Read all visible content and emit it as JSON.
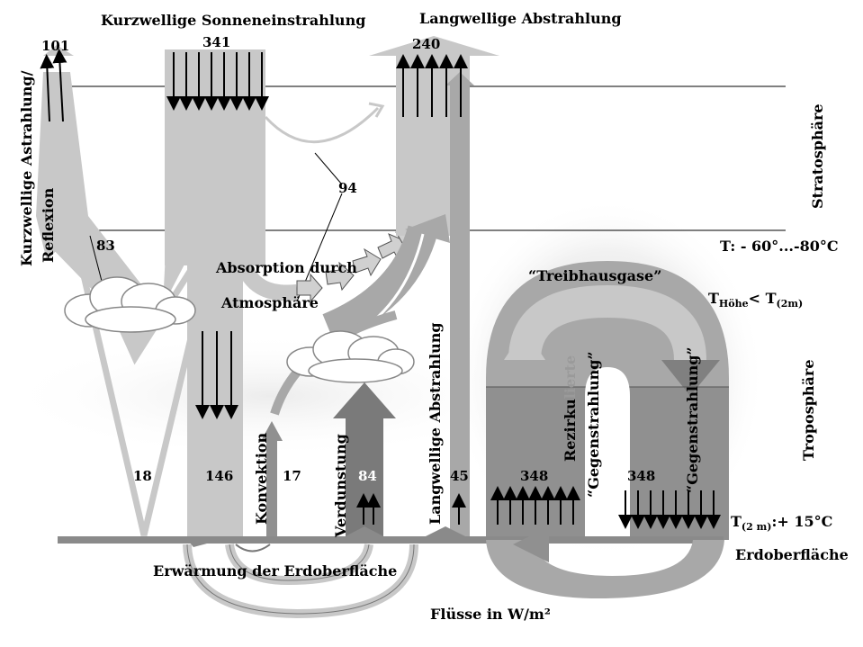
{
  "headings": {
    "shortwave_in": "Kurzwellige Sonneneinstrahlung",
    "longwave_out": "Langwellige Abstrahlung",
    "shortwave_reflection": "Kurzwellige Astrahlung/ Reflexion",
    "absorption_line1": "Absorption durch",
    "absorption_line2": "Atmosphäre",
    "greenhouse_gases": "“Treibhausgase”",
    "surface_warming": "Erwärmung der Erdoberfläche",
    "fluxes_unit": "Flüsse in W/m²",
    "convection": "Konvektion",
    "evaporation": "Verdunstung",
    "longwave_surface": "Langwellige Abstrahlung",
    "recirculated_prefix": "Rezirku",
    "recirculated_suffix": "lierte",
    "counter_radiation_1": "“Gegenstrahlung”",
    "counter_radiation_2": "“Gegenstrahlung”"
  },
  "layers": {
    "stratosphere": "Stratosphäre",
    "troposphere": "Troposphäre",
    "surface": "Erdoberfläche"
  },
  "temperatures": {
    "tropopause": "T: - 60°...-80°C",
    "height_t": "T",
    "height_sub": "Höhe",
    "height_lt": "< T",
    "height_sub2": "(2m)",
    "surface_t": "T",
    "surface_sub": "(2 m)",
    "surface_value": ":+ 15°C"
  },
  "values": {
    "reflected": "101",
    "incoming": "341",
    "outgoing": "240",
    "absorbed": "94",
    "cloud_reflection": "83",
    "surface_reflection": "18",
    "surface_absorbed": "146",
    "convection": "17",
    "evaporation": "84",
    "window": "45",
    "up_surface": "348",
    "back_radiation": "348"
  },
  "colors": {
    "light_band": "#c8c8c8",
    "mid_band": "#a8a8a8",
    "dark_band": "#8c8c8c",
    "dark_arrow": "#707070",
    "ground": "#8a8a8a"
  }
}
